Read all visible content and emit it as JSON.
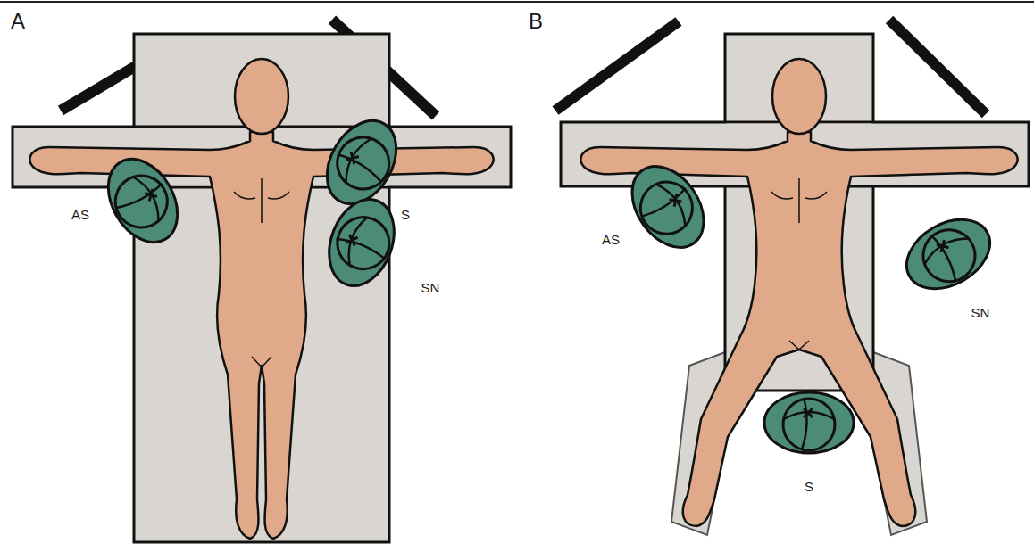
{
  "diagram": {
    "labels": [
      "A",
      "B",
      "AS",
      "S",
      "SN",
      "AS",
      "S",
      "SN"
    ]
  }
}
